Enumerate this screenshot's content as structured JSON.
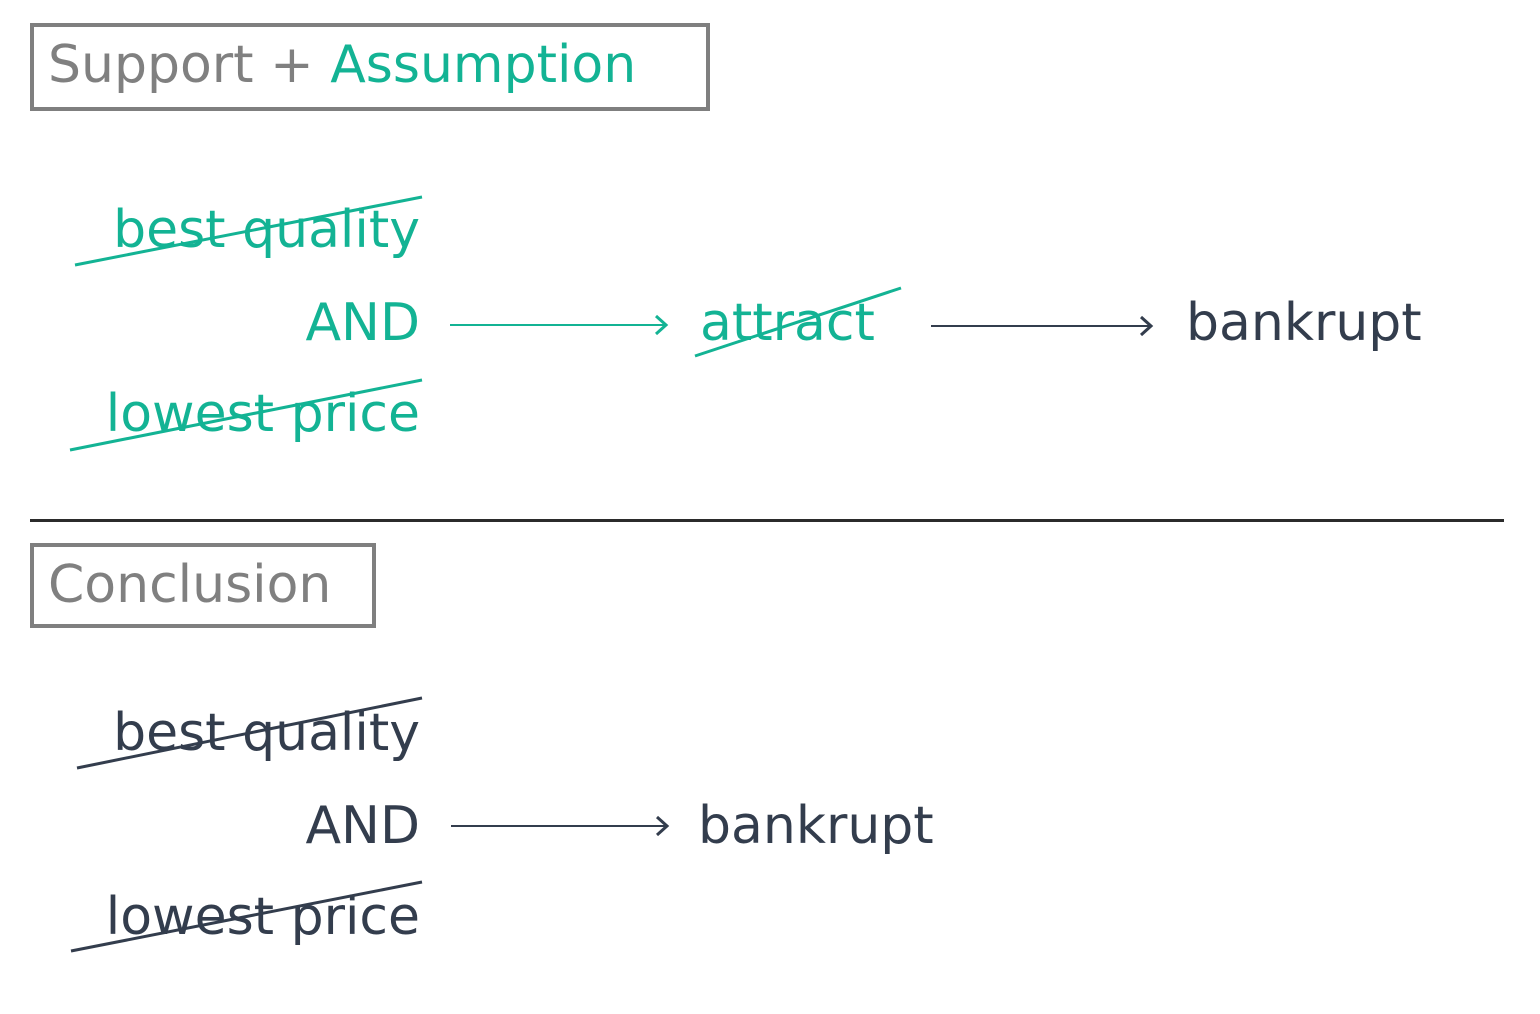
{
  "colors": {
    "assumption": "#13b394",
    "text_dark": "#333d4d",
    "label_gray": "#808080",
    "divider": "#2b2b2b"
  },
  "top_section": {
    "label_part1": "Support + ",
    "label_part2": "Assumption",
    "term1": "best quality",
    "connector": "AND",
    "term2": "lowest price",
    "middle": "attract",
    "result": "bankrupt",
    "crossed_out": [
      "best quality",
      "lowest price",
      "attract"
    ]
  },
  "bottom_section": {
    "label": "Conclusion",
    "term1": "best quality",
    "connector": "AND",
    "term2": "lowest price",
    "result": "bankrupt",
    "crossed_out": [
      "best quality",
      "lowest price"
    ]
  },
  "icons": [
    "arrow-right-icon",
    "strikethrough-line"
  ]
}
